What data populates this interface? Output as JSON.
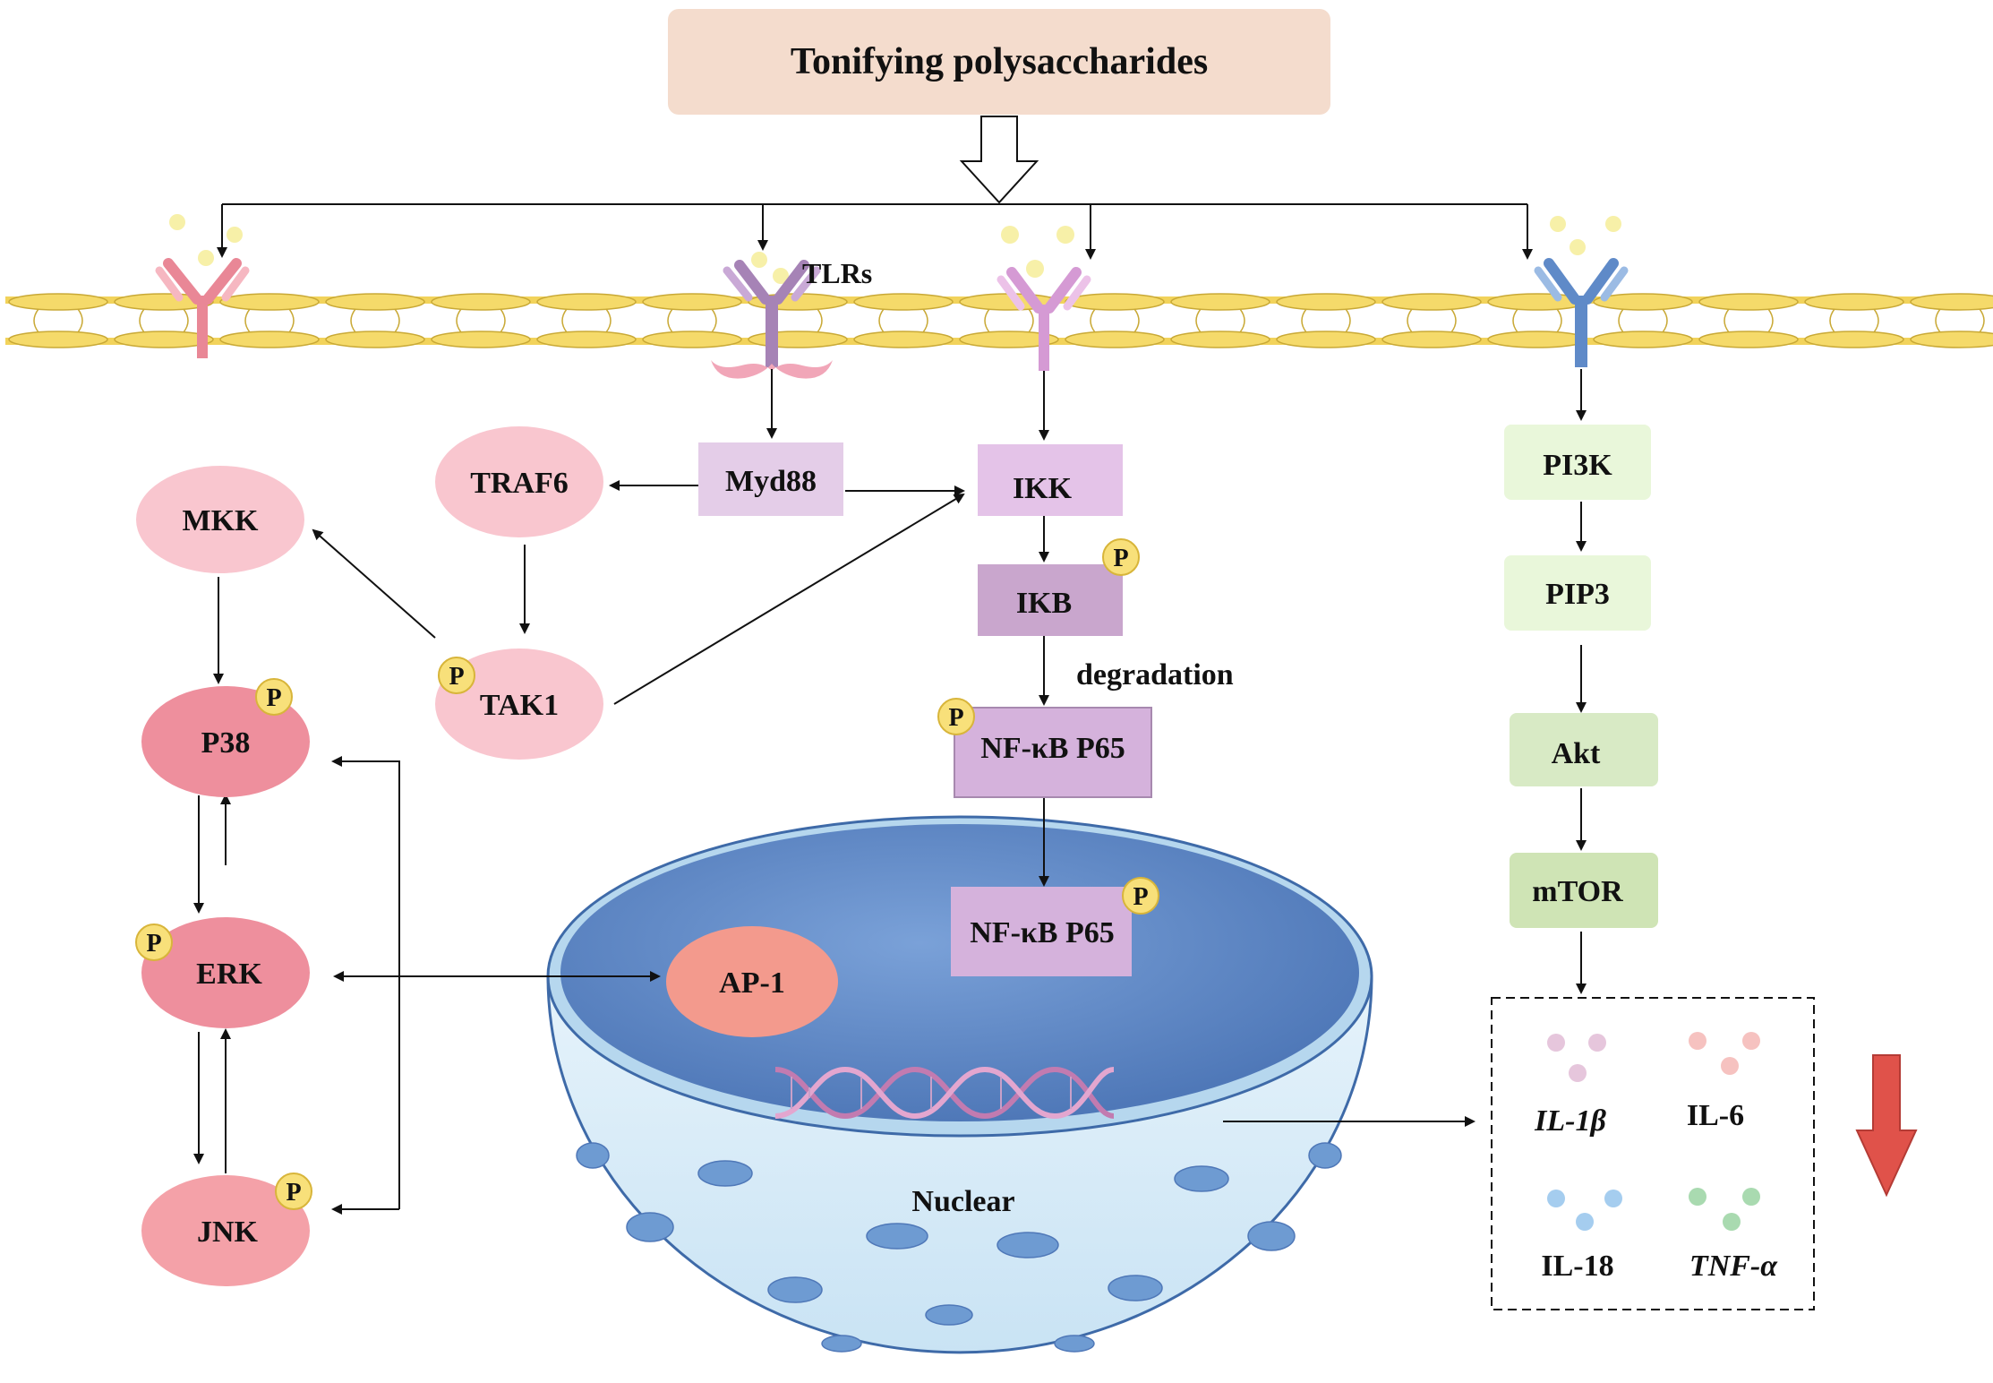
{
  "title": "Tonifying polysaccharides",
  "receptor_label": "TLRs",
  "nodes": {
    "myd88": "Myd88",
    "traf6": "TRAF6",
    "tak1": "TAK1",
    "mkk": "MKK",
    "p38": "P38",
    "erk": "ERK",
    "jnk": "JNK",
    "ap1": "AP-1",
    "ikk": "IKK",
    "ikb": "IKB",
    "nfkb_cyto": "NF-κB P65",
    "nfkb_nuc": "NF-κB P65",
    "pi3k": "PI3K",
    "pip3": "PIP3",
    "akt": "Akt",
    "mtor": "mTOR"
  },
  "degradation_label": "degradation",
  "nucleus_label": "Nuclear",
  "phospho_label": "P",
  "cytokines": [
    "IL-1β",
    "IL-6",
    "IL-18",
    "TNF-α"
  ],
  "colors": {
    "title_box": "#f4dccd",
    "membrane": "#f2d35b",
    "nucleus": "#5e8ac9",
    "mapk_pink": "#ee8f9d",
    "light_pink": "#f9c6cf",
    "nfkb_purple": "#d5b2dc",
    "pi3k_green": "#e9f7da",
    "mtor_green": "#cfe4b5",
    "down_arrow": "#e0524a",
    "phospho": "#f8e07a"
  }
}
